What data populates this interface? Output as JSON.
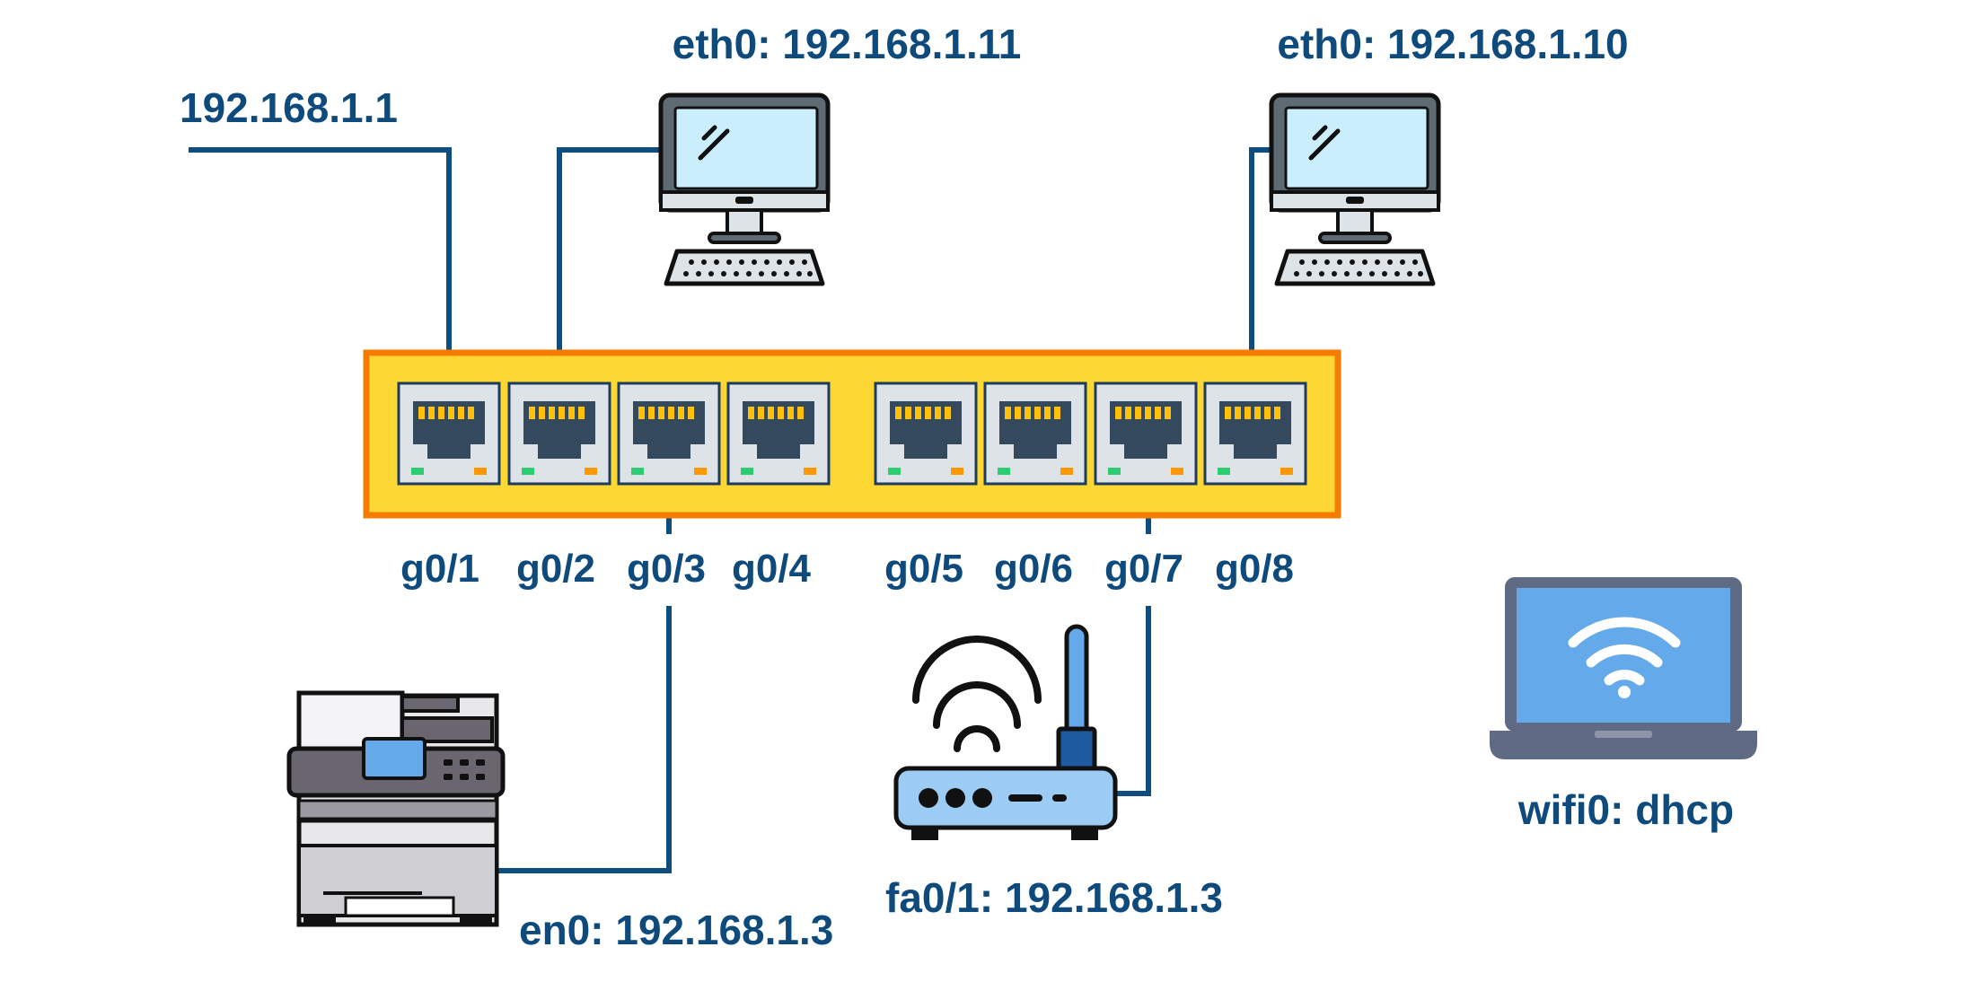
{
  "uplink": {
    "label": "192.168.1.1"
  },
  "pc1": {
    "label": "eth0: 192.168.1.11"
  },
  "pc2": {
    "label": "eth0: 192.168.1.10"
  },
  "switch": {
    "ports": [
      {
        "label": "g0/1"
      },
      {
        "label": "g0/2"
      },
      {
        "label": "g0/3"
      },
      {
        "label": "g0/4"
      },
      {
        "label": "g0/5"
      },
      {
        "label": "g0/6"
      },
      {
        "label": "g0/7"
      },
      {
        "label": "g0/8"
      }
    ]
  },
  "printer": {
    "label": "en0: 192.168.1.3"
  },
  "router": {
    "label": "fa0/1: 192.168.1.3"
  },
  "laptop": {
    "label": "wifi0: dhcp"
  },
  "colors": {
    "wire": "#0d4d80",
    "label": "#0e4a7c",
    "switch_body": "#fdd835",
    "switch_border": "#f57c00",
    "port_jack": "#34495e",
    "screen": "#cbeefd",
    "laptop_screen": "#64aaea"
  }
}
